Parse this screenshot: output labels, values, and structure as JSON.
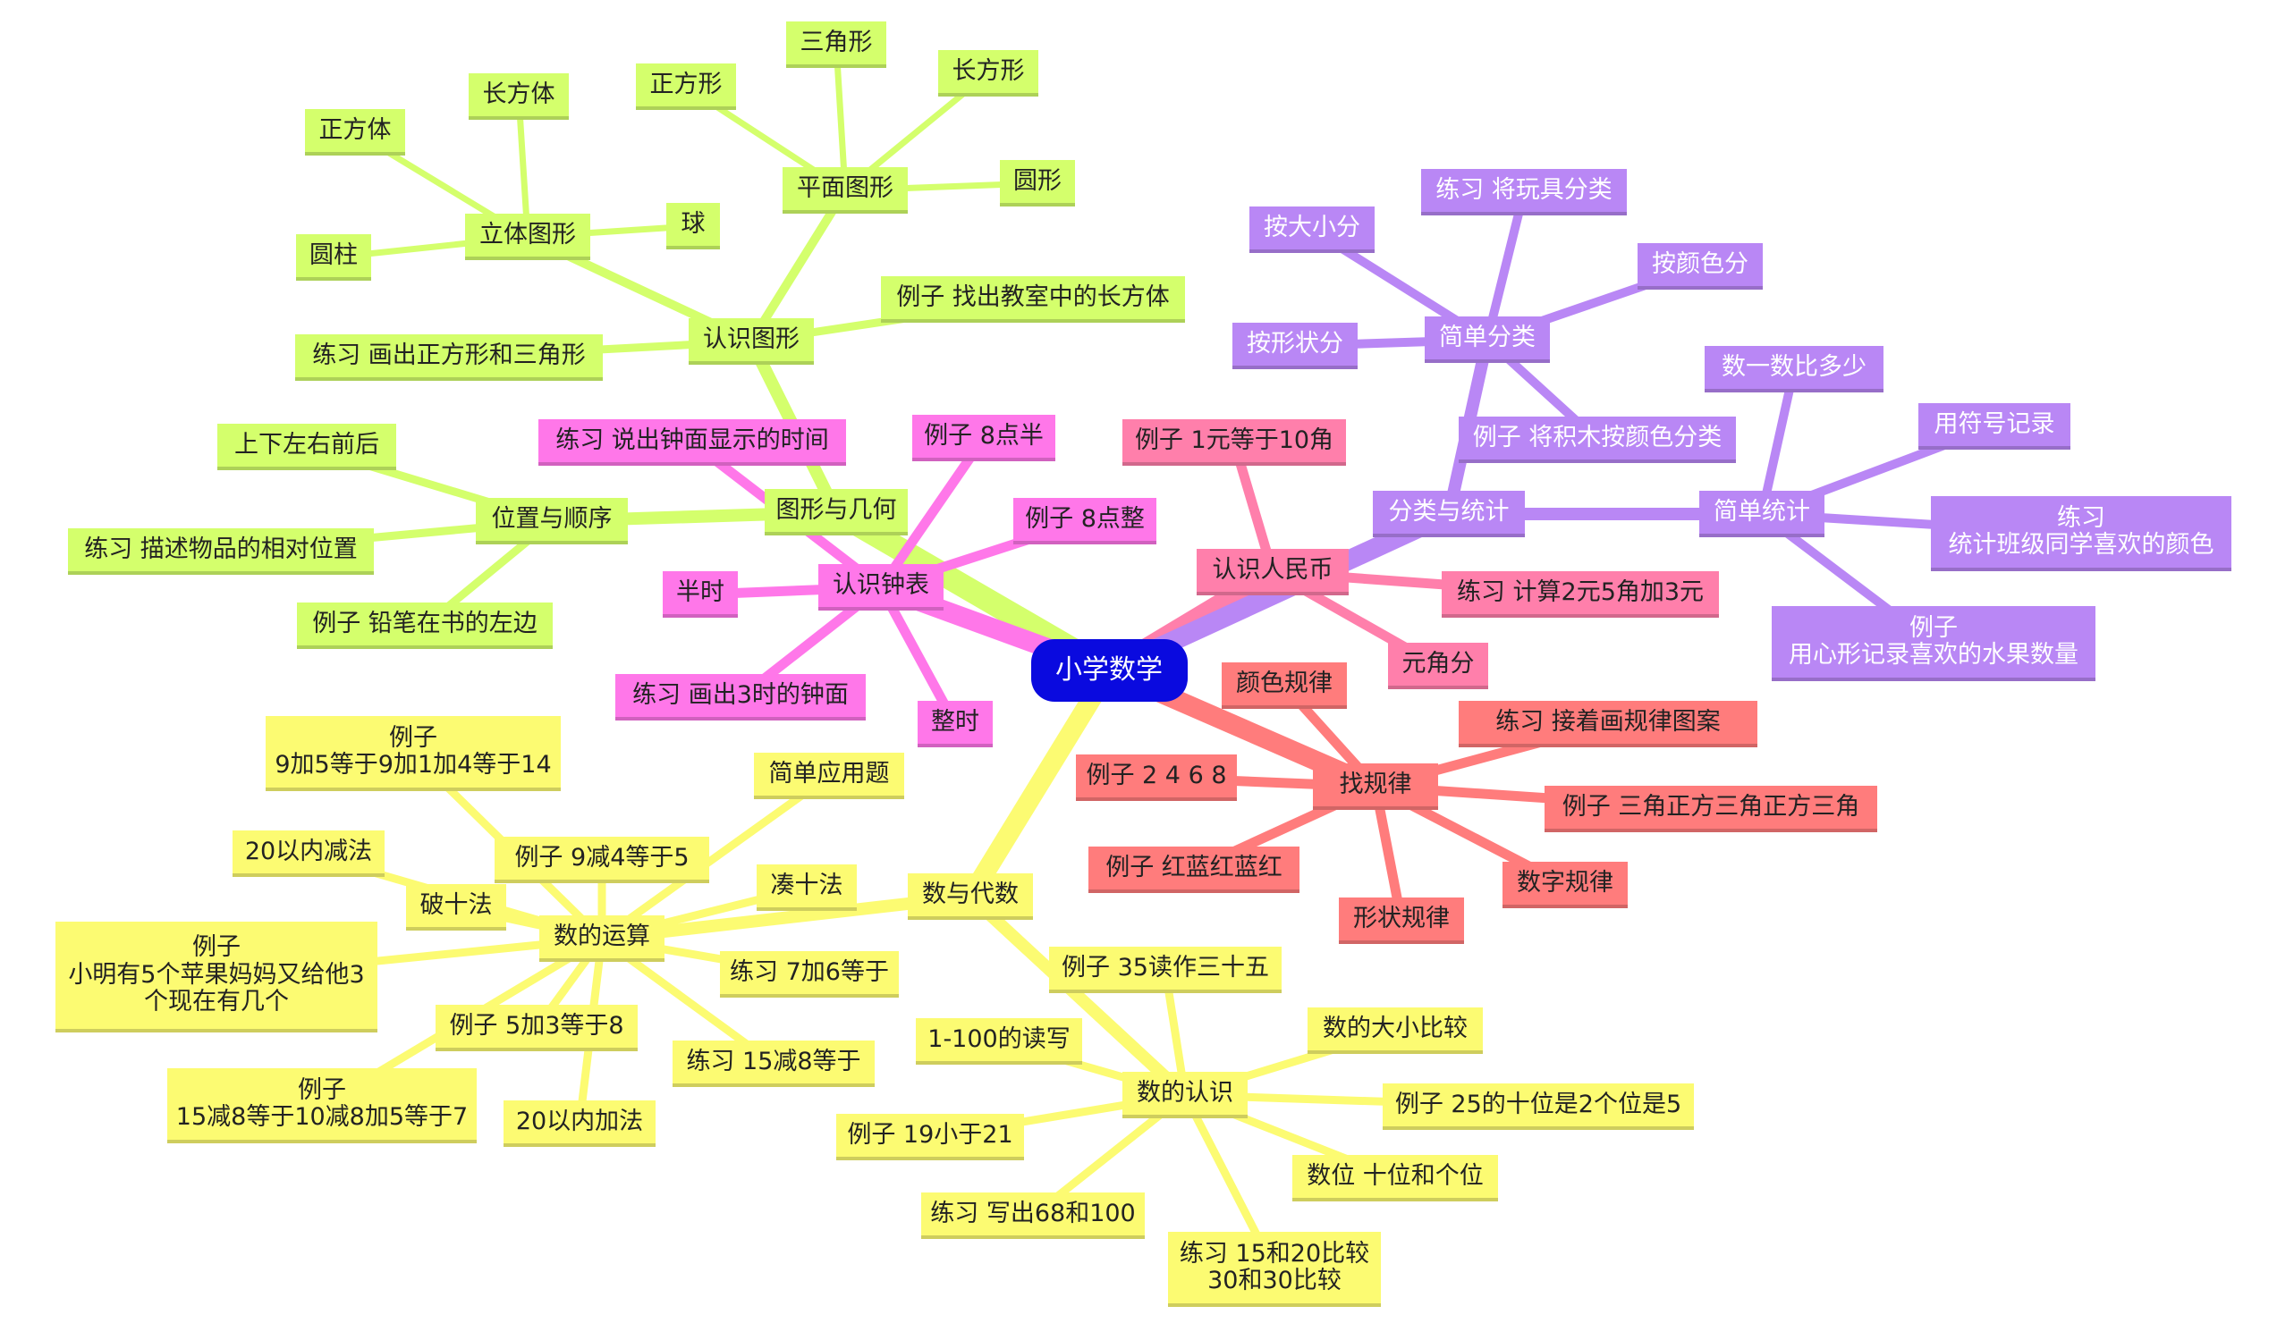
{
  "colors": {
    "root": "#0a0adf",
    "geometry": "#d4ff6c",
    "clock": "#ff77e9",
    "money": "#ff7fab",
    "stats": "#b987f5",
    "pattern": "#ff7c7c",
    "algebra": "#fcfb72"
  },
  "mindmap": {
    "root": "小学数学",
    "geometry": {
      "label": "图形与几何",
      "shapes": {
        "label": "认识图形",
        "solid": {
          "label": "立体图形",
          "children": [
            "正方体",
            "长方体",
            "球",
            "圆柱"
          ]
        },
        "plane": {
          "label": "平面图形",
          "children": [
            "正方形",
            "三角形",
            "长方形",
            "圆形"
          ]
        },
        "example": "例子 找出教室中的长方体",
        "practice": "练习 画出正方形和三角形"
      },
      "position": {
        "label": "位置与顺序",
        "children": [
          "上下左右前后",
          "练习 描述物品的相对位置",
          "例子 铅笔在书的左边"
        ]
      },
      "clock": {
        "label": "认识钟表",
        "children": [
          "练习 说出钟面显示的时间",
          "例子 8点半",
          "例子 8点整",
          "半时",
          "练习 画出3时的钟面",
          "整时"
        ]
      }
    },
    "money": {
      "label": "认识人民币",
      "children": [
        "例子 1元等于10角",
        "练习 计算2元5角加3元",
        "元角分"
      ]
    },
    "stats": {
      "label": "分类与统计",
      "classify": {
        "label": "简单分类",
        "children": [
          "按大小分",
          "练习 将玩具分类",
          "按颜色分",
          "按形状分",
          "例子 将积木按颜色分类"
        ]
      },
      "statistics": {
        "label": "简单统计",
        "children": [
          "数一数比多少",
          "用符号记录",
          "练习\n统计班级同学喜欢的颜色",
          "例子\n用心形记录喜欢的水果数量"
        ]
      }
    },
    "pattern": {
      "label": "找规律",
      "children": [
        "颜色规律",
        "练习 接着画规律图案",
        "例子 2 4 6 8",
        "例子 三角正方三角正方三角",
        "例子 红蓝红蓝红",
        "数字规律",
        "形状规律"
      ]
    },
    "algebra": {
      "label": "数与代数",
      "operations": {
        "label": "数的运算",
        "children": [
          "例子\n9加5等于9加1加4等于14",
          "简单应用题",
          "例子 9减4等于5",
          "20以内减法",
          "破十法",
          "凑十法",
          "例子\n小明有5个苹果妈妈又给他3\n个现在有几个",
          "练习 7加6等于",
          "例子 5加3等于8",
          "练习 15减8等于",
          "例子\n15减8等于10减8加5等于7",
          "20以内加法"
        ]
      },
      "numbers": {
        "label": "数的认识",
        "children": [
          "例子 35读作三十五",
          "1-100的读写",
          "数的大小比较",
          "例子 25的十位是2个位是5",
          "例子 19小于21",
          "数位 十位和个位",
          "练习 写出68和100",
          "练习 15和20比较\n30和30比较"
        ]
      }
    }
  }
}
